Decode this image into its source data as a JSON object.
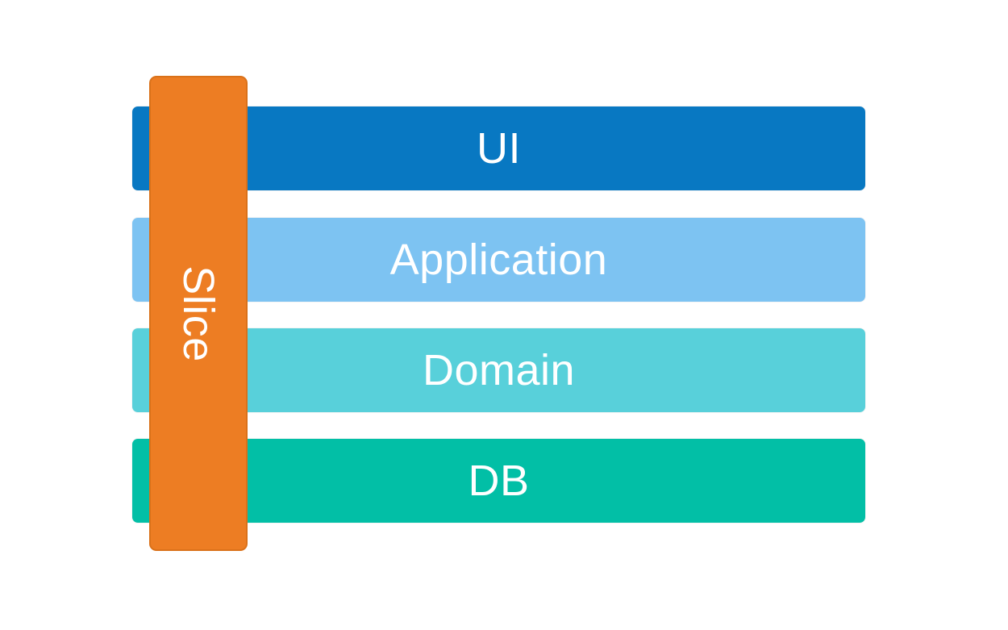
{
  "diagram": {
    "background_color": "#ffffff",
    "text_color": "#ffffff",
    "layers": [
      {
        "label": "UI",
        "color": "#0878c2"
      },
      {
        "label": "Application",
        "color": "#7dc3f2"
      },
      {
        "label": "Domain",
        "color": "#58d0da"
      },
      {
        "label": "DB",
        "color": "#02bfa6"
      }
    ],
    "slice": {
      "label": "Slice",
      "color": "#ed7d23"
    }
  }
}
